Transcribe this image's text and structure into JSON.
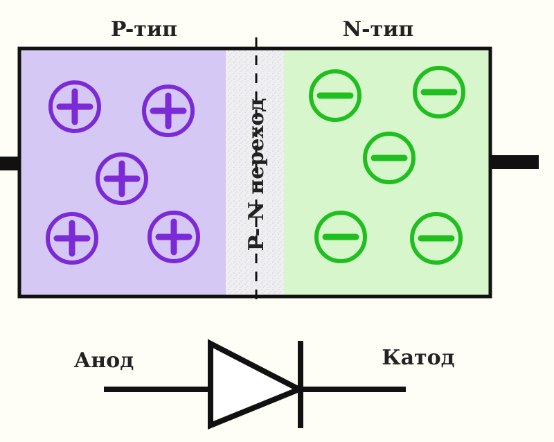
{
  "labels": {
    "p_type": "P-тип",
    "n_type": "N-тип",
    "junction": "P- N переход",
    "anode": "Анод",
    "cathode": "Катод"
  },
  "colors": {
    "p_region": "#d6c8f4",
    "n_region": "#d8f6cc",
    "junction_region": "#efeff2",
    "positive_charge": "#7b2ad6",
    "negative_charge": "#1fbf1f",
    "outline": "#111111"
  },
  "charges": {
    "p_region_count": 5,
    "n_region_count": 5
  }
}
